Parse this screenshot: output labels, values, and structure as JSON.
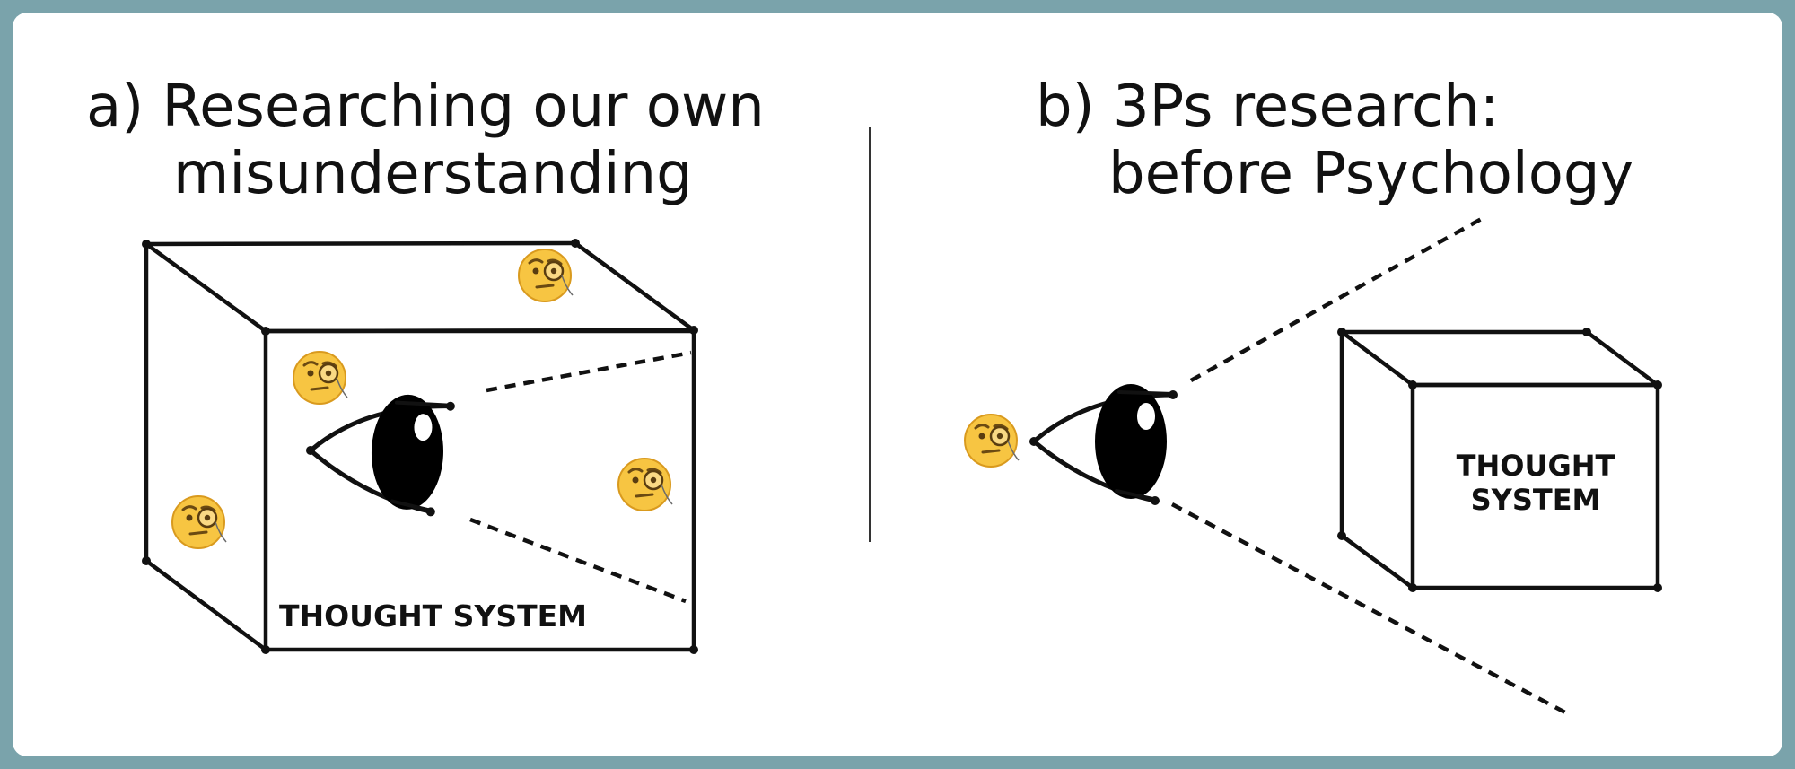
{
  "panel_a": {
    "title_line1": "a) Researching our own",
    "title_line2": "misunderstanding",
    "box_label": "THOUGHT SYSTEM",
    "icons": [
      "eye-icon",
      "monocle-face-icon"
    ]
  },
  "panel_b": {
    "title_line1": "b) 3Ps research:",
    "title_line2": "before Psychology",
    "box_label_line1": "THOUGHT",
    "box_label_line2": "SYSTEM",
    "icons": [
      "eye-icon",
      "monocle-face-icon"
    ]
  },
  "colors": {
    "frame": "#7aa3ab",
    "background": "#ffffff",
    "ink": "#111111",
    "emoji": "#f7c542"
  }
}
